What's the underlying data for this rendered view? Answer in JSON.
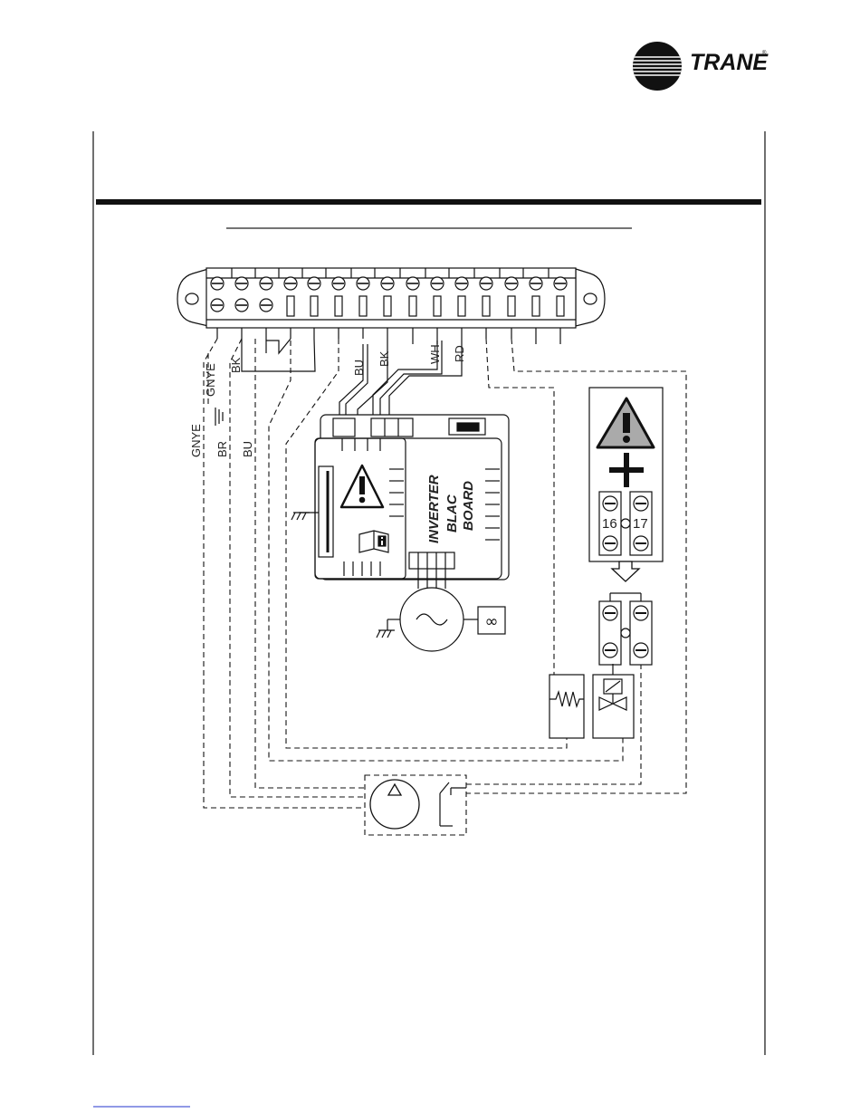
{
  "brand": {
    "name": "TRANE",
    "registered_mark": "®"
  },
  "wire_labels": {
    "gnye_left": "GNYE",
    "gnye_inner": "GNYE",
    "br": "BR",
    "bu_left": "BU",
    "bk_left": "BK",
    "bu": "BU",
    "bk": "BK",
    "wh": "WH",
    "rd": "RD"
  },
  "board": {
    "line1": "INVERTER",
    "line2": "BLAC",
    "line3": "BOARD"
  },
  "terminals": {
    "left": "16",
    "right": "17"
  },
  "symbols": {
    "warning_icon": "warning-triangle-icon",
    "plus_icon": "plus-icon",
    "ground_icon": "ground-icon",
    "motor_icon": "ac-motor-icon",
    "heater_icon": "heater-resistor-icon",
    "valve_icon": "solenoid-valve-icon",
    "pump_icon": "pump-icon",
    "info_icon": "manual-info-icon"
  }
}
